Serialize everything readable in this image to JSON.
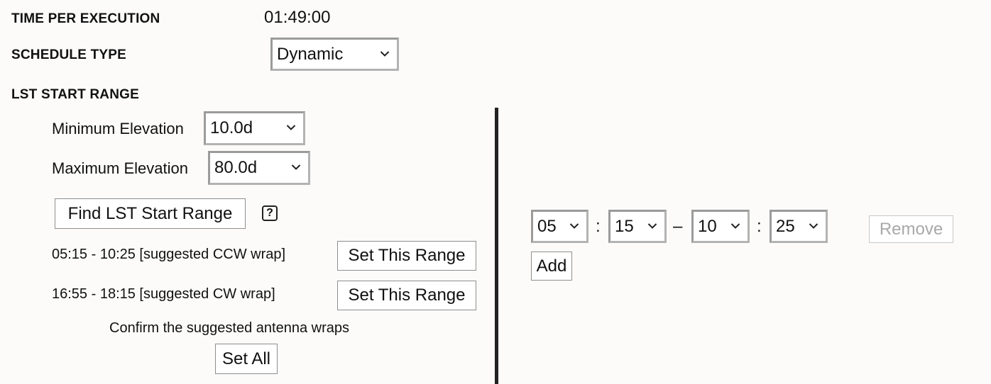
{
  "time_per_execution": {
    "label": "TIME PER EXECUTION",
    "value": "01:49:00"
  },
  "schedule_type": {
    "label": "SCHEDULE TYPE",
    "selected": "Dynamic"
  },
  "lst_start_range": {
    "label": "LST START RANGE",
    "min_elevation": {
      "label": "Minimum Elevation",
      "selected": "10.0d"
    },
    "max_elevation": {
      "label": "Maximum Elevation",
      "selected": "80.0d"
    },
    "find_button": "Find LST Start Range",
    "help_glyph": "?",
    "suggestions": [
      {
        "text": "05:15 - 10:25 [suggested CCW wrap]",
        "button": "Set This Range"
      },
      {
        "text": "16:55 - 18:15 [suggested CW wrap]",
        "button": "Set This Range"
      }
    ],
    "confirm_text": "Confirm the suggested antenna wraps",
    "set_all_button": "Set All"
  },
  "range_editor": {
    "start_hour": "05",
    "start_minute": "15",
    "end_hour": "10",
    "end_minute": "25",
    "colon": ":",
    "dash": "–",
    "remove_button": "Remove",
    "add_button": "Add"
  }
}
